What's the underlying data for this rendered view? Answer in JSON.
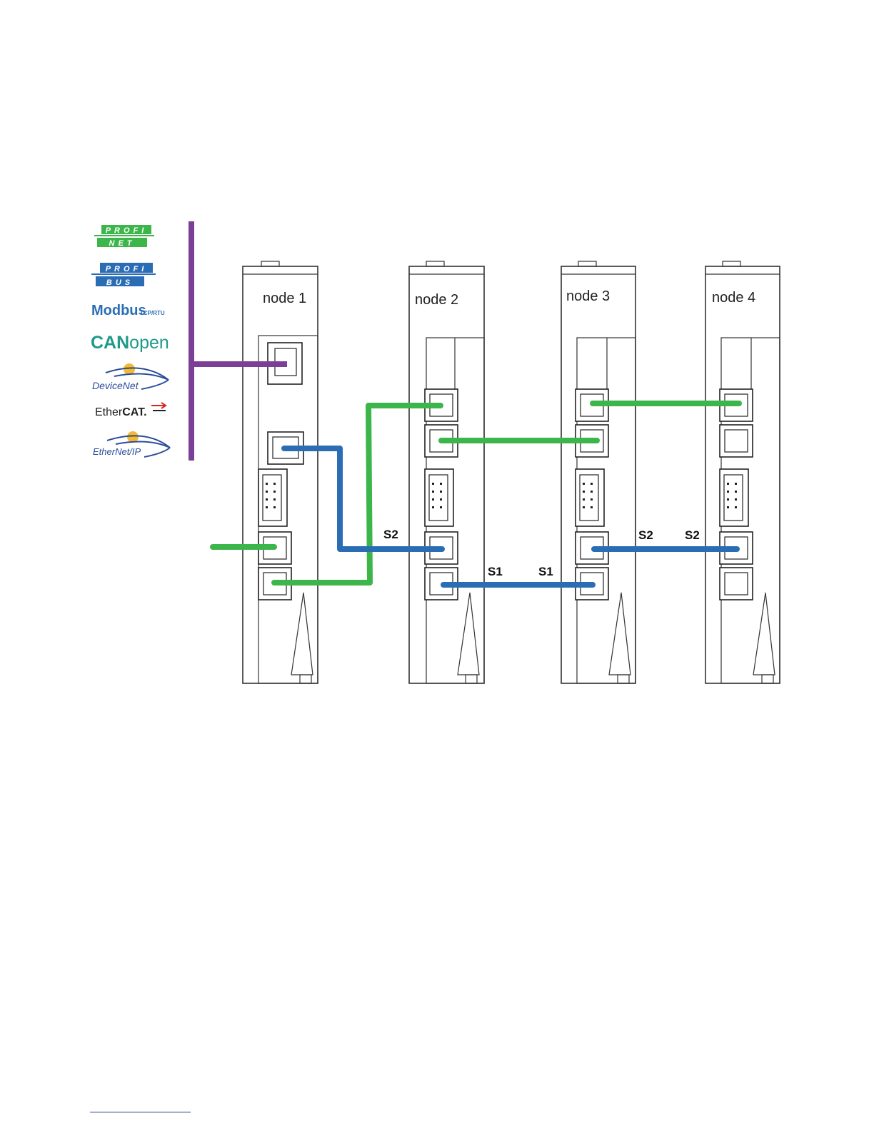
{
  "logos": [
    {
      "name": "PROFINET",
      "lines": [
        "PROFI",
        "NET"
      ],
      "color": "#3cb54a"
    },
    {
      "name": "PROFIBUS",
      "lines": [
        "PROFI",
        "BUS"
      ],
      "color": "#2a6db5"
    },
    {
      "name": "Modbus",
      "text": "Modbus",
      "suffix": "TCP/RTU",
      "color": "#2a6db5"
    },
    {
      "name": "CANopen",
      "text_bold": "CAN",
      "text_light": "open",
      "color": "#1f9a8a"
    },
    {
      "name": "DeviceNet",
      "text": "DeviceNet",
      "color": "#2a4d9c"
    },
    {
      "name": "EtherCAT",
      "text_light": "Ether",
      "text_bold": "CAT.",
      "color": "#222222"
    },
    {
      "name": "EtherNet/IP",
      "text": "EtherNet/IP",
      "color": "#2a4d9c"
    }
  ],
  "nodes": [
    {
      "label": "node 1"
    },
    {
      "label": "node 2"
    },
    {
      "label": "node 3"
    },
    {
      "label": "node 4"
    }
  ],
  "port_labels": {
    "node2_s2": "S2",
    "node2_s1": "S1",
    "node3_s1": "S1",
    "node3_s2": "S2",
    "node4_s2": "S2"
  },
  "colors": {
    "fieldbus": "#7b3f98",
    "green_link": "#3cb54a",
    "blue_link": "#2a6db5"
  }
}
